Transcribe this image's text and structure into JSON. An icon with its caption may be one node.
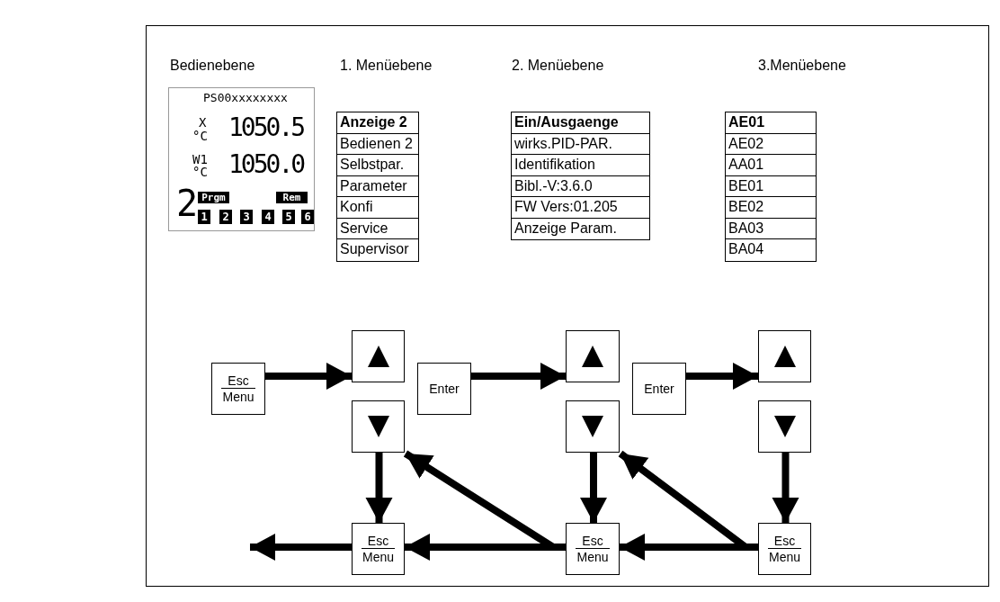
{
  "diagram": {
    "nodes": [
      {
        "text": [
          "Esc",
          "Menu"
        ]
      },
      {
        "text": [],
        "shape": "box"
      },
      {
        "text": [],
        "shape": "box"
      },
      {
        "text": [
          "Enter"
        ]
      },
      {
        "text": [],
        "shape": "box"
      },
      {
        "text": [],
        "shape": "box"
      },
      {
        "text": [
          "Enter"
        ]
      },
      {
        "text": [],
        "shape": "box"
      },
      {
        "text": [],
        "shape": "box"
      },
      {
        "text": [
          "Esc",
          "Menu"
        ]
      },
      {
        "text": [
          "Esc",
          "Menu"
        ]
      },
      {
        "text": [
          "Esc",
          "Menu"
        ]
      }
    ],
    "edges": [
      {
        "from": 0,
        "to": 1,
        "arrow": "to"
      },
      {
        "from": 3,
        "to": 4,
        "arrow": "to"
      },
      {
        "from": 6,
        "to": 7,
        "arrow": "to"
      },
      {
        "from": 2,
        "to": 9,
        "arrow": "to"
      },
      {
        "from": 5,
        "to": 10,
        "arrow": "to"
      },
      {
        "from": 8,
        "to": 11,
        "arrow": "to"
      },
      {
        "from": 9,
        "to": null,
        "arrow": "to"
      },
      {
        "from": 10,
        "to": 9,
        "arrow": "to"
      },
      {
        "from": 10,
        "to": 2,
        "arrow": "to"
      },
      {
        "from": 11,
        "to": 10,
        "arrow": "to"
      },
      {
        "from": 11,
        "to": 5,
        "arrow": "to"
      }
    ],
    "labels": [
      "Bedienebene",
      "1. Menüebene",
      "2. Menüebene",
      "3.Menüebene",
      "PS00xxxxxxxx",
      "X",
      "°C",
      "1050.5",
      "W1",
      "°C",
      "1050.0",
      "2",
      "Prgm",
      "Rem",
      "1",
      "2",
      "3",
      "4",
      "5",
      "6",
      "Anzeige 2",
      "Bedienen 2",
      "Selbstpar.",
      "Parameter",
      "Konfi",
      "Service",
      "Supervisor",
      "Ein/Ausgaenge",
      "wirks.PID-PAR.",
      "Identifikation",
      "Bibl.-V:3.6.0",
      "FW Vers:01.205",
      "Anzeige Param.",
      "AE01",
      "AE02",
      "AA01",
      "BE01",
      "BE02",
      "BA03",
      "BA04"
    ]
  }
}
